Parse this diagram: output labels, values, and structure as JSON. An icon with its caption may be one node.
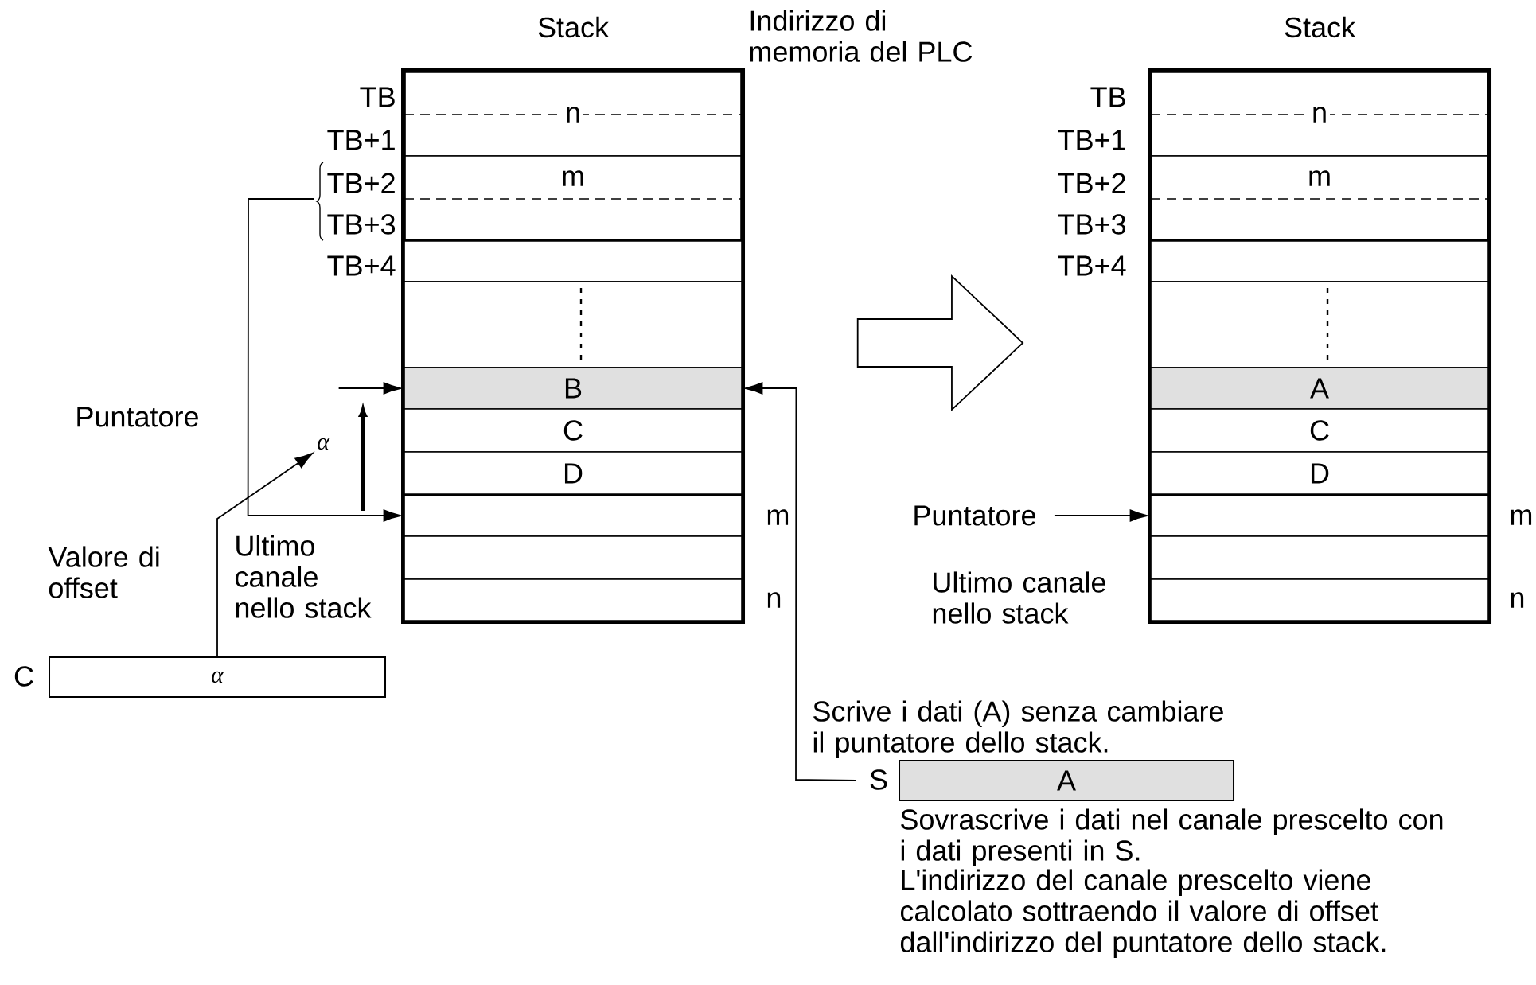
{
  "diagram": {
    "nodes": [
      {
        "text": [
          "Stack"
        ]
      },
      {
        "text": [
          "n"
        ],
        "in": 0
      },
      {
        "text": [
          "m"
        ],
        "in": 0
      },
      {
        "text": [],
        "shape": "box",
        "in": 0
      },
      {
        "text": [],
        "shape": "box",
        "in": 0
      },
      {
        "text": [
          "B"
        ],
        "in": 0
      },
      {
        "text": [
          "C"
        ],
        "in": 0
      },
      {
        "text": [
          "D"
        ],
        "in": 0
      },
      {
        "text": [],
        "shape": "box",
        "in": 0
      },
      {
        "text": [],
        "shape": "box",
        "in": 0
      },
      {
        "text": [],
        "shape": "box",
        "in": 0
      },
      {
        "text": [
          "Stack"
        ]
      },
      {
        "text": [
          "n"
        ],
        "in": 11
      },
      {
        "text": [
          "m"
        ],
        "in": 11
      },
      {
        "text": [],
        "shape": "box",
        "in": 11
      },
      {
        "text": [],
        "shape": "box",
        "in": 11
      },
      {
        "text": [
          "A"
        ],
        "in": 11
      },
      {
        "text": [
          "C"
        ],
        "in": 11
      },
      {
        "text": [
          "D"
        ],
        "in": 11
      },
      {
        "text": [],
        "shape": "box",
        "in": 11
      },
      {
        "text": [],
        "shape": "box",
        "in": 11
      },
      {
        "text": [],
        "shape": "box",
        "in": 11
      },
      {
        "text": [
          "α"
        ],
        "beside": [
          "C"
        ]
      },
      {
        "text": [
          "α"
        ]
      },
      {
        "text": [
          "A"
        ],
        "beside": [
          "S"
        ]
      },
      {
        "text": [
          "Puntatore"
        ]
      }
    ],
    "edges": [
      {
        "from": null,
        "to": 8,
        "arrow": "to"
      },
      {
        "from": 22,
        "to": 23,
        "arrow": "to"
      },
      {
        "from": null,
        "to": 5,
        "arrow": "to"
      },
      {
        "from": 24,
        "to": 5,
        "arrow": "to"
      },
      {
        "from": 0,
        "to": 11,
        "arrow": "to"
      },
      {
        "from": 25,
        "to": 19,
        "arrow": "to"
      }
    ],
    "labels": [
      "Indirizzo di memoria del PLC",
      "TB",
      "TB+1",
      "TB+2",
      "TB+3",
      "TB+4",
      "m",
      "n",
      "Puntatore",
      "Valore di offset",
      "Ultimo canale nello stack",
      "TB",
      "TB+1",
      "TB+2",
      "TB+3",
      "TB+4",
      "m",
      "n",
      "Ultimo canale nello stack",
      "Scrive i dati (A) senza cambiare il puntatore dello stack.",
      "Sovrascrive i dati nel canale prescelto con i dati presenti in S.",
      "L'indirizzo del canale prescelto viene calcolato sottraendo il valore di offset dall'indirizzo del puntatore dello stack."
    ]
  }
}
